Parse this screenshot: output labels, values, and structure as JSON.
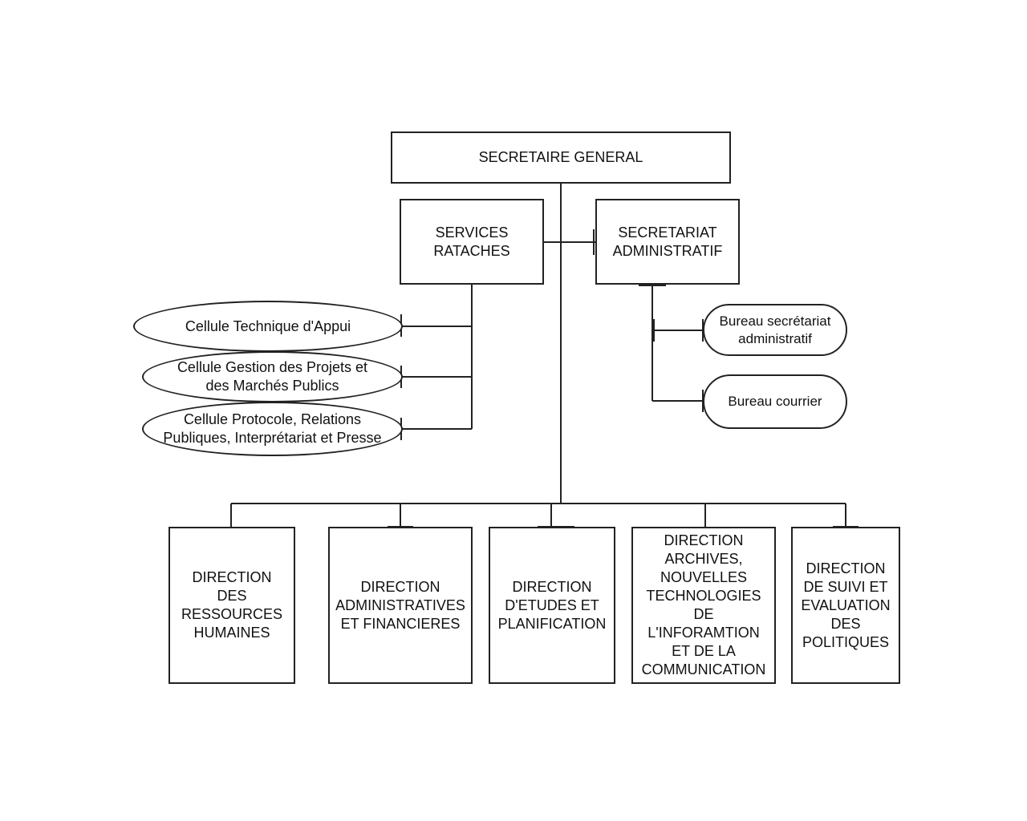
{
  "secretary_general": "SECRETAIRE GENERAL",
  "services_ratache": "SERVICES\nRATACHES",
  "secretariat_admin": "SECRETARIAT\nADMINISTRATIF",
  "cells": [
    "Cellule Technique d'Appui",
    "Cellule Gestion des Projets et\ndes Marchés Publics",
    "Cellule Protocole, Relations\nPubliques, Interprétariat et Presse"
  ],
  "bureaus": [
    "Bureau secrétariat\nadministratif",
    "Bureau courrier"
  ],
  "directions": [
    "DIRECTION\nDES\nRESSOURCES\nHUMAINES",
    "DIRECTION\nADMINISTRATIVES\nET FINANCIERES",
    "DIRECTION\nD'ETUDES ET\nPLANIFICATION",
    "DIRECTION\nARCHIVES,\nNOUVELLES\nTECHNOLOGIES\nDE\nL'INFORAMTION\nET DE LA\nCOMMUNICATION",
    "DIRECTION\nDE SUIVI ET\nEVALUATION\nDES\nPOLITIQUES"
  ]
}
